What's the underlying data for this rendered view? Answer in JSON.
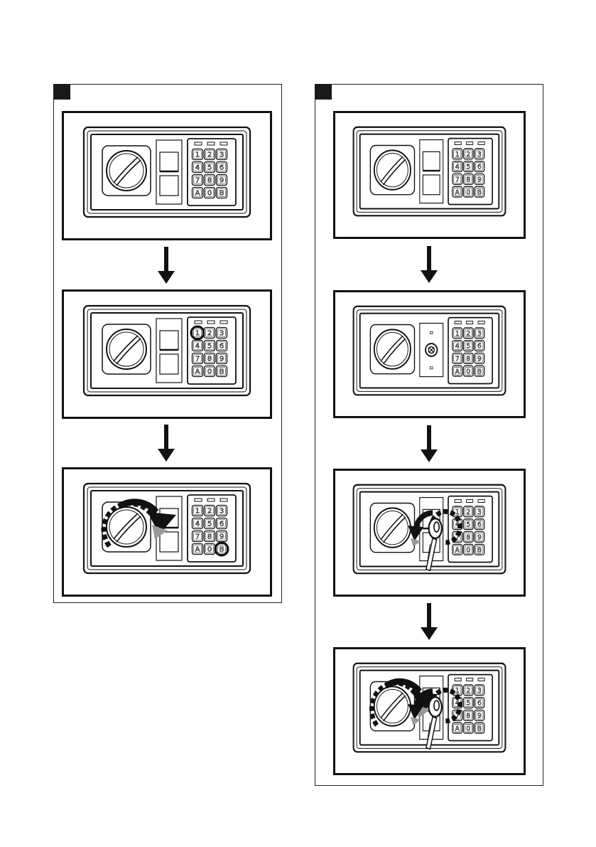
{
  "icons": {
    "panel_marker": "black-square-marker",
    "down_arrow": "down-arrow-icon",
    "rotate_arrow": "curved-rotate-arrow-icon",
    "key": "key-icon",
    "highlight": "circle-highlight-icon"
  },
  "keypad": {
    "keys": [
      "1",
      "2",
      "3",
      "4",
      "5",
      "6",
      "7",
      "8",
      "9",
      "A",
      "0",
      "B"
    ]
  },
  "colors": {
    "line": "#111111",
    "arrow_gray": "#999999"
  }
}
